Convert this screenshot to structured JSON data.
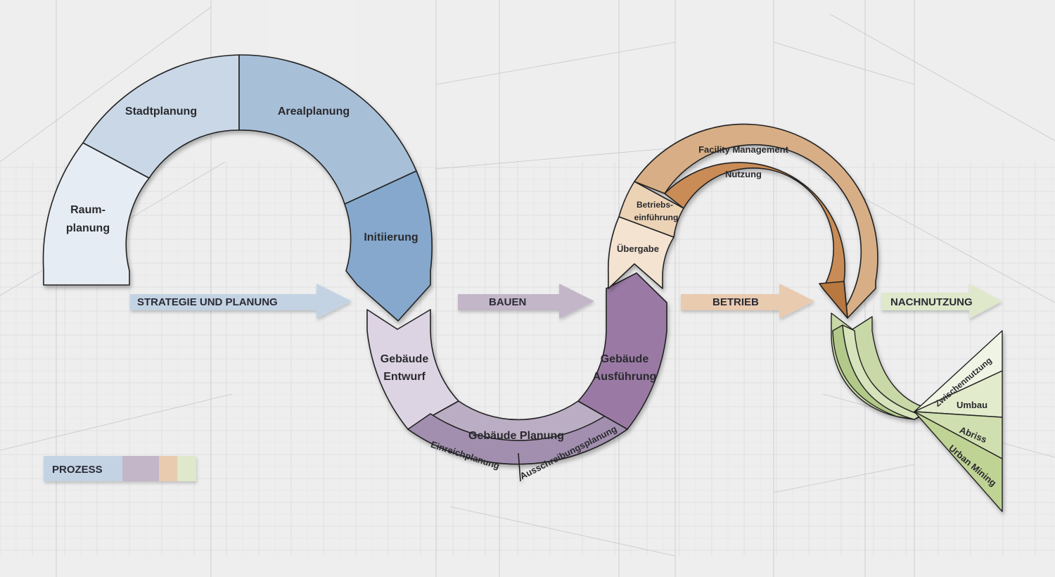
{
  "phases": {
    "strategie": {
      "label": "STRATEGIE UND PLANUNG",
      "color": "#c3d3e3"
    },
    "bauen": {
      "label": "BAUEN",
      "color": "#c2b6c8"
    },
    "betrieb": {
      "label": "BETRIEB",
      "color": "#e9cbb0"
    },
    "nachnutzung": {
      "label": "NACHNUTZUNG",
      "color": "#dfe8ca"
    }
  },
  "legend": {
    "label": "PROZESS",
    "colors": [
      "#c3d3e3",
      "#c2b6c8",
      "#e9cbb0",
      "#dfe8ca"
    ]
  },
  "segments": {
    "raumplanung": {
      "line1": "Raum-",
      "line2": "planung"
    },
    "stadtplanung": {
      "label": "Stadtplanung"
    },
    "arealplanung": {
      "label": "Arealplanung"
    },
    "initiierung": {
      "label": "Initiierung"
    },
    "gebaeude_entwurf": {
      "line1": "Gebäude",
      "line2": "Entwurf"
    },
    "gebaeude_planung": {
      "label": "Gebäude Planung"
    },
    "einreichplanung": {
      "label": "Einreichplanung"
    },
    "ausschreibungsplanung": {
      "label": "Ausschreibungsplanung"
    },
    "gebaeude_ausfuehrung": {
      "line1": "Gebäude",
      "line2": "Ausführung"
    },
    "uebergabe": {
      "label": "Übergabe"
    },
    "betriebseinfuehrung": {
      "line1": "Betriebs-",
      "line2": "einführung"
    },
    "facility_management": {
      "label": "Facility Management"
    },
    "nutzung": {
      "label": "Nutzung"
    },
    "zwischennutzung": {
      "label": "Zwischennutzung"
    },
    "umbau": {
      "label": "Umbau"
    },
    "abriss": {
      "label": "Abriss"
    },
    "urban_mining": {
      "label": "Urban Mining"
    }
  }
}
